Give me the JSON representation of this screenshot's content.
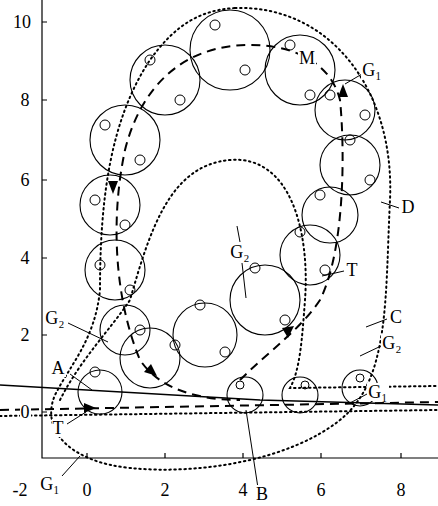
{
  "diagram": {
    "labels": [
      "M",
      "G₁",
      "D",
      "G₂",
      "T",
      "C",
      "G₂",
      "G₂",
      "A",
      "G₁",
      "T",
      "G₁",
      "B",
      "10",
      "8",
      "6",
      "4",
      "2",
      "0",
      "-2",
      "0",
      "2",
      "4",
      "6",
      "8"
    ]
  }
}
